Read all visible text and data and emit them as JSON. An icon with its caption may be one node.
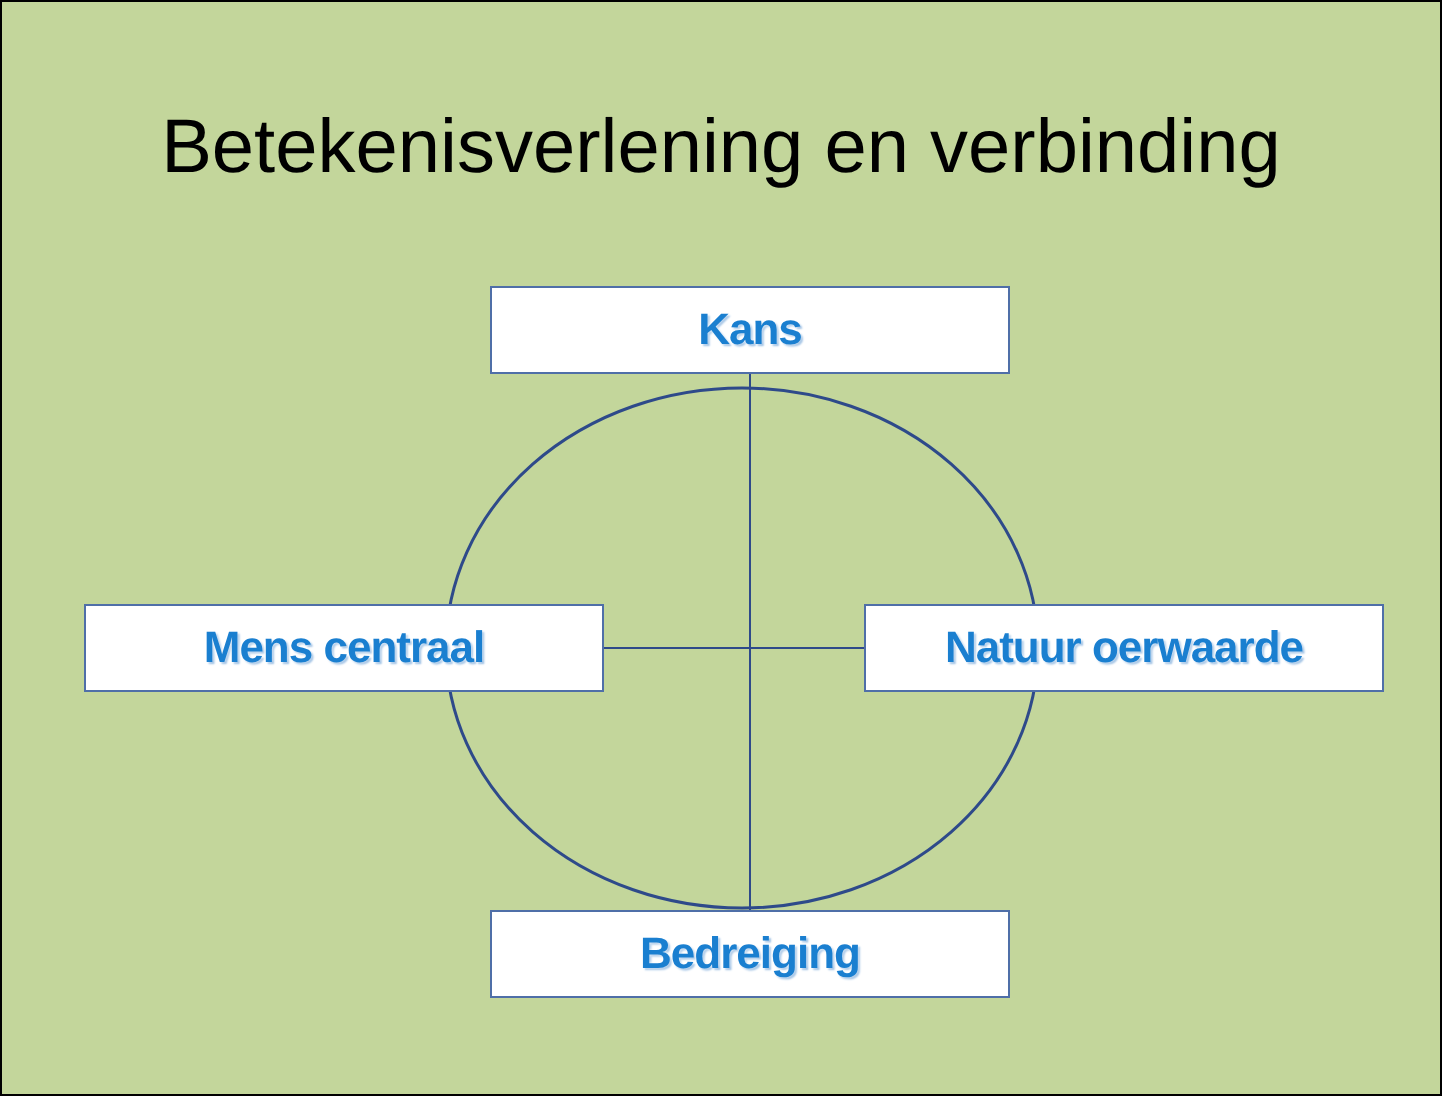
{
  "diagram": {
    "title": "Betekenisverlening en verbinding",
    "nodes": [
      {
        "text": [
          "Kans"
        ]
      },
      {
        "text": [
          "Mens centraal"
        ]
      },
      {
        "text": [
          "Natuur oerwaarde"
        ]
      },
      {
        "text": [
          "Bedreiging"
        ]
      }
    ],
    "edges": [
      {
        "from": 0,
        "to": 3,
        "arrow": "none"
      },
      {
        "from": 1,
        "to": 2,
        "arrow": "none"
      }
    ]
  }
}
